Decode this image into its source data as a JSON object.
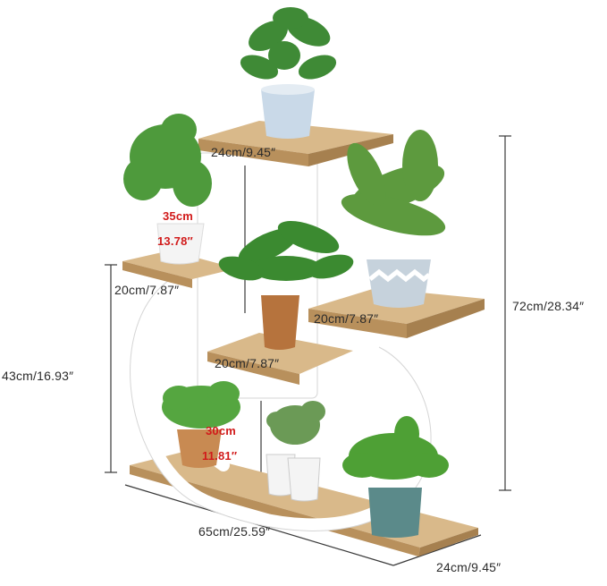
{
  "dimensions": {
    "top_shelf_width": "24cm/9.45″",
    "left_shelf_width": "20cm/7.87″",
    "right_shelf_width": "20cm/7.87″",
    "middle_shelf_width": "20cm/7.87″",
    "total_height": "72cm/28.34″",
    "left_height": "43cm/16.93″",
    "base_length": "65cm/25.59″",
    "base_depth": "24cm/9.45″",
    "upper_gap": {
      "cm": "35cm",
      "in": "13.78″"
    },
    "lower_gap": {
      "cm": "30cm",
      "in": "11.81″"
    }
  },
  "colors": {
    "wood_top": "#d9b98a",
    "wood_edge": "#b8905c",
    "frame": "#ffffff",
    "frame_outline": "#d5d5d5",
    "measure_line": "#3a3a3a",
    "highlight": "#d11a1a"
  }
}
